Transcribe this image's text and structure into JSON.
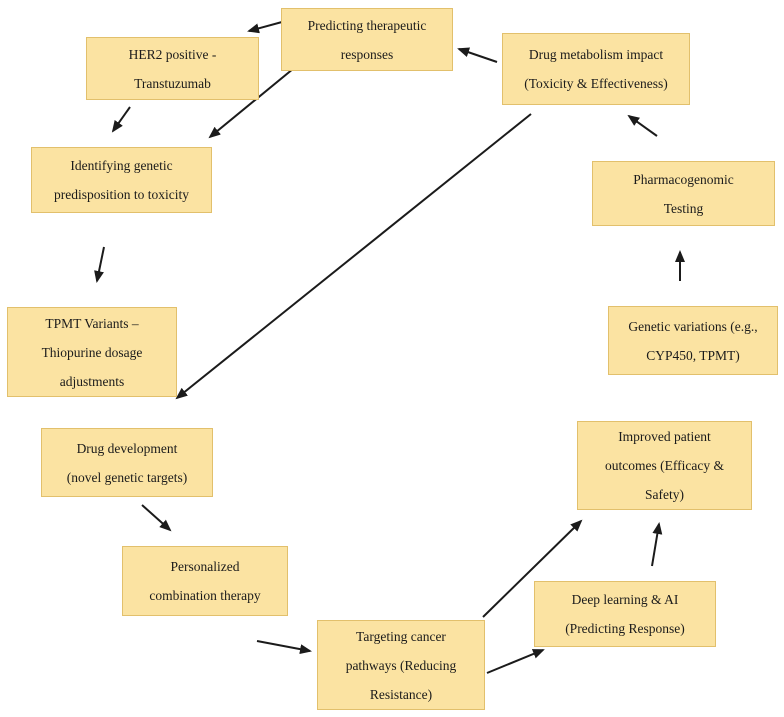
{
  "diagram": {
    "background_color": "#ffffff",
    "node_fill_color": "#FBE3A2",
    "node_border_color": "#E2C06C",
    "arrow_color": "#1b1b1b",
    "nodes": [
      {
        "id": "predicting-responses",
        "lines": [
          "Predicting therapeutic",
          "responses"
        ]
      },
      {
        "id": "her2-positive",
        "lines": [
          "HER2 positive -",
          "Transtuzumab"
        ]
      },
      {
        "id": "drug-metabolism-impact",
        "lines": [
          "Drug metabolism impact",
          "(Toxicity & Effectiveness)"
        ]
      },
      {
        "id": "identifying-predisposition",
        "lines": [
          "Identifying genetic",
          "predisposition to toxicity"
        ]
      },
      {
        "id": "pharmacogenomic-testing",
        "lines": [
          "Pharmacogenomic",
          "Testing"
        ]
      },
      {
        "id": "tpmt-variants",
        "lines": [
          "TPMT Variants –",
          "Thiopurine dosage",
          "adjustments"
        ]
      },
      {
        "id": "genetic-variations",
        "lines": [
          "Genetic variations (e.g.,",
          "CYP450, TPMT)"
        ]
      },
      {
        "id": "drug-development",
        "lines": [
          "Drug development",
          "(novel genetic targets)"
        ]
      },
      {
        "id": "improved-outcomes",
        "lines": [
          "Improved patient",
          "outcomes (Efficacy &",
          "Safety)"
        ]
      },
      {
        "id": "personalized-therapy",
        "lines": [
          "Personalized",
          "combination therapy"
        ]
      },
      {
        "id": "deep-learning-ai",
        "lines": [
          "Deep learning & AI",
          "(Predicting Response)"
        ]
      },
      {
        "id": "targeting-pathways",
        "lines": [
          "Targeting cancer",
          "pathways (Reducing",
          "Resistance)"
        ]
      }
    ],
    "edges": [
      {
        "from": "drug-metabolism-impact",
        "to": "predicting-responses"
      },
      {
        "from": "predicting-responses",
        "to": "her2-positive"
      },
      {
        "from": "predicting-responses",
        "to": "identifying-predisposition"
      },
      {
        "from": "her2-positive",
        "to": "identifying-predisposition"
      },
      {
        "from": "identifying-predisposition",
        "to": "tpmt-variants"
      },
      {
        "from": "drug-metabolism-impact",
        "to": "tpmt-variants"
      },
      {
        "from": "pharmacogenomic-testing",
        "to": "drug-metabolism-impact"
      },
      {
        "from": "genetic-variations",
        "to": "pharmacogenomic-testing"
      },
      {
        "from": "drug-development",
        "to": "personalized-therapy"
      },
      {
        "from": "personalized-therapy",
        "to": "targeting-pathways"
      },
      {
        "from": "targeting-pathways",
        "to": "improved-outcomes"
      },
      {
        "from": "targeting-pathways",
        "to": "deep-learning-ai"
      },
      {
        "from": "deep-learning-ai",
        "to": "improved-outcomes"
      }
    ]
  }
}
